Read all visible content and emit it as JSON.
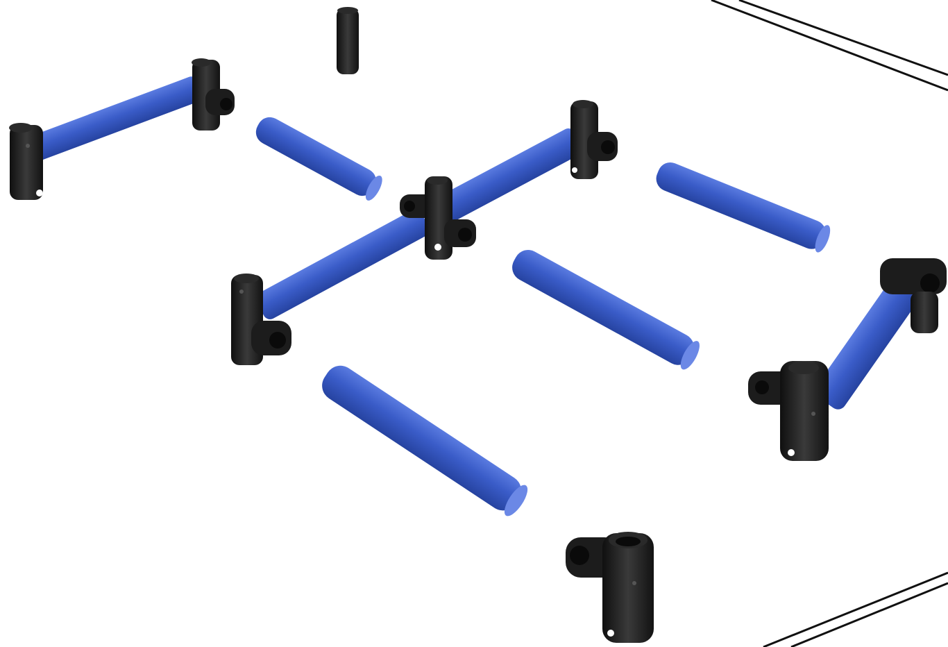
{
  "diagram": {
    "kind": "exploded-assembly",
    "colors": {
      "background": "#ffffff",
      "tube": "#3a5cc8",
      "tube_light": "#5a7be0",
      "tube_dark": "#2643a0",
      "connector": "#1a1a1a",
      "connector_light": "#3c3c3c",
      "edge_line": "#111111"
    },
    "parts": {
      "tubes_total": 8,
      "connectors_total": 9
    },
    "icons": [
      "pipe-tube",
      "t-connector",
      "cross-connector",
      "corner-connector",
      "straight-coupler"
    ]
  }
}
